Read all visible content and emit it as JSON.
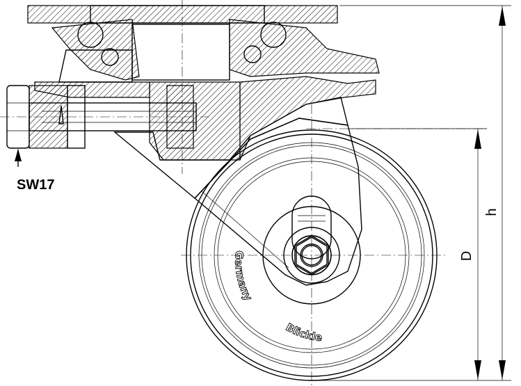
{
  "labels": {
    "wrench_size": "SW17",
    "dim_diameter": "D",
    "dim_height": "h",
    "wheel_brand": "Blickle",
    "wheel_country": "Germany"
  }
}
